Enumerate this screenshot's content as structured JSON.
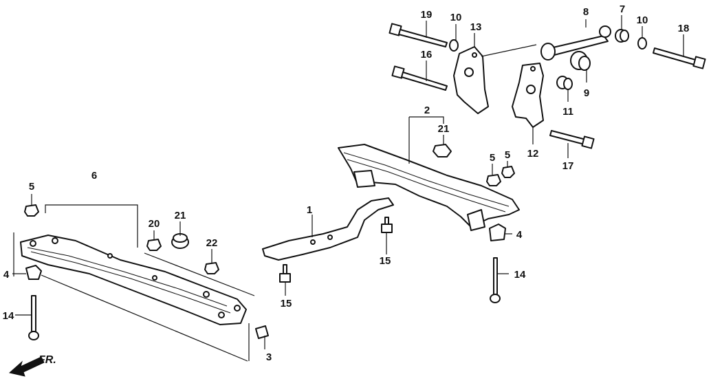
{
  "callouts": {
    "c1": "1",
    "c2": "2",
    "c3": "3",
    "c4a": "4",
    "c4b": "4",
    "c5a": "5",
    "c5b": "5",
    "c5c": "5",
    "c6": "6",
    "c7": "7",
    "c8": "8",
    "c9": "9",
    "c10a": "10",
    "c10b": "10",
    "c11": "11",
    "c12": "12",
    "c13": "13",
    "c14a": "14",
    "c14b": "14",
    "c15a": "15",
    "c15b": "15",
    "c16": "16",
    "c17": "17",
    "c18": "18",
    "c19": "19",
    "c20": "20",
    "c21a": "21",
    "c21b": "21",
    "c22": "22"
  },
  "front_arrow_label": "FR."
}
